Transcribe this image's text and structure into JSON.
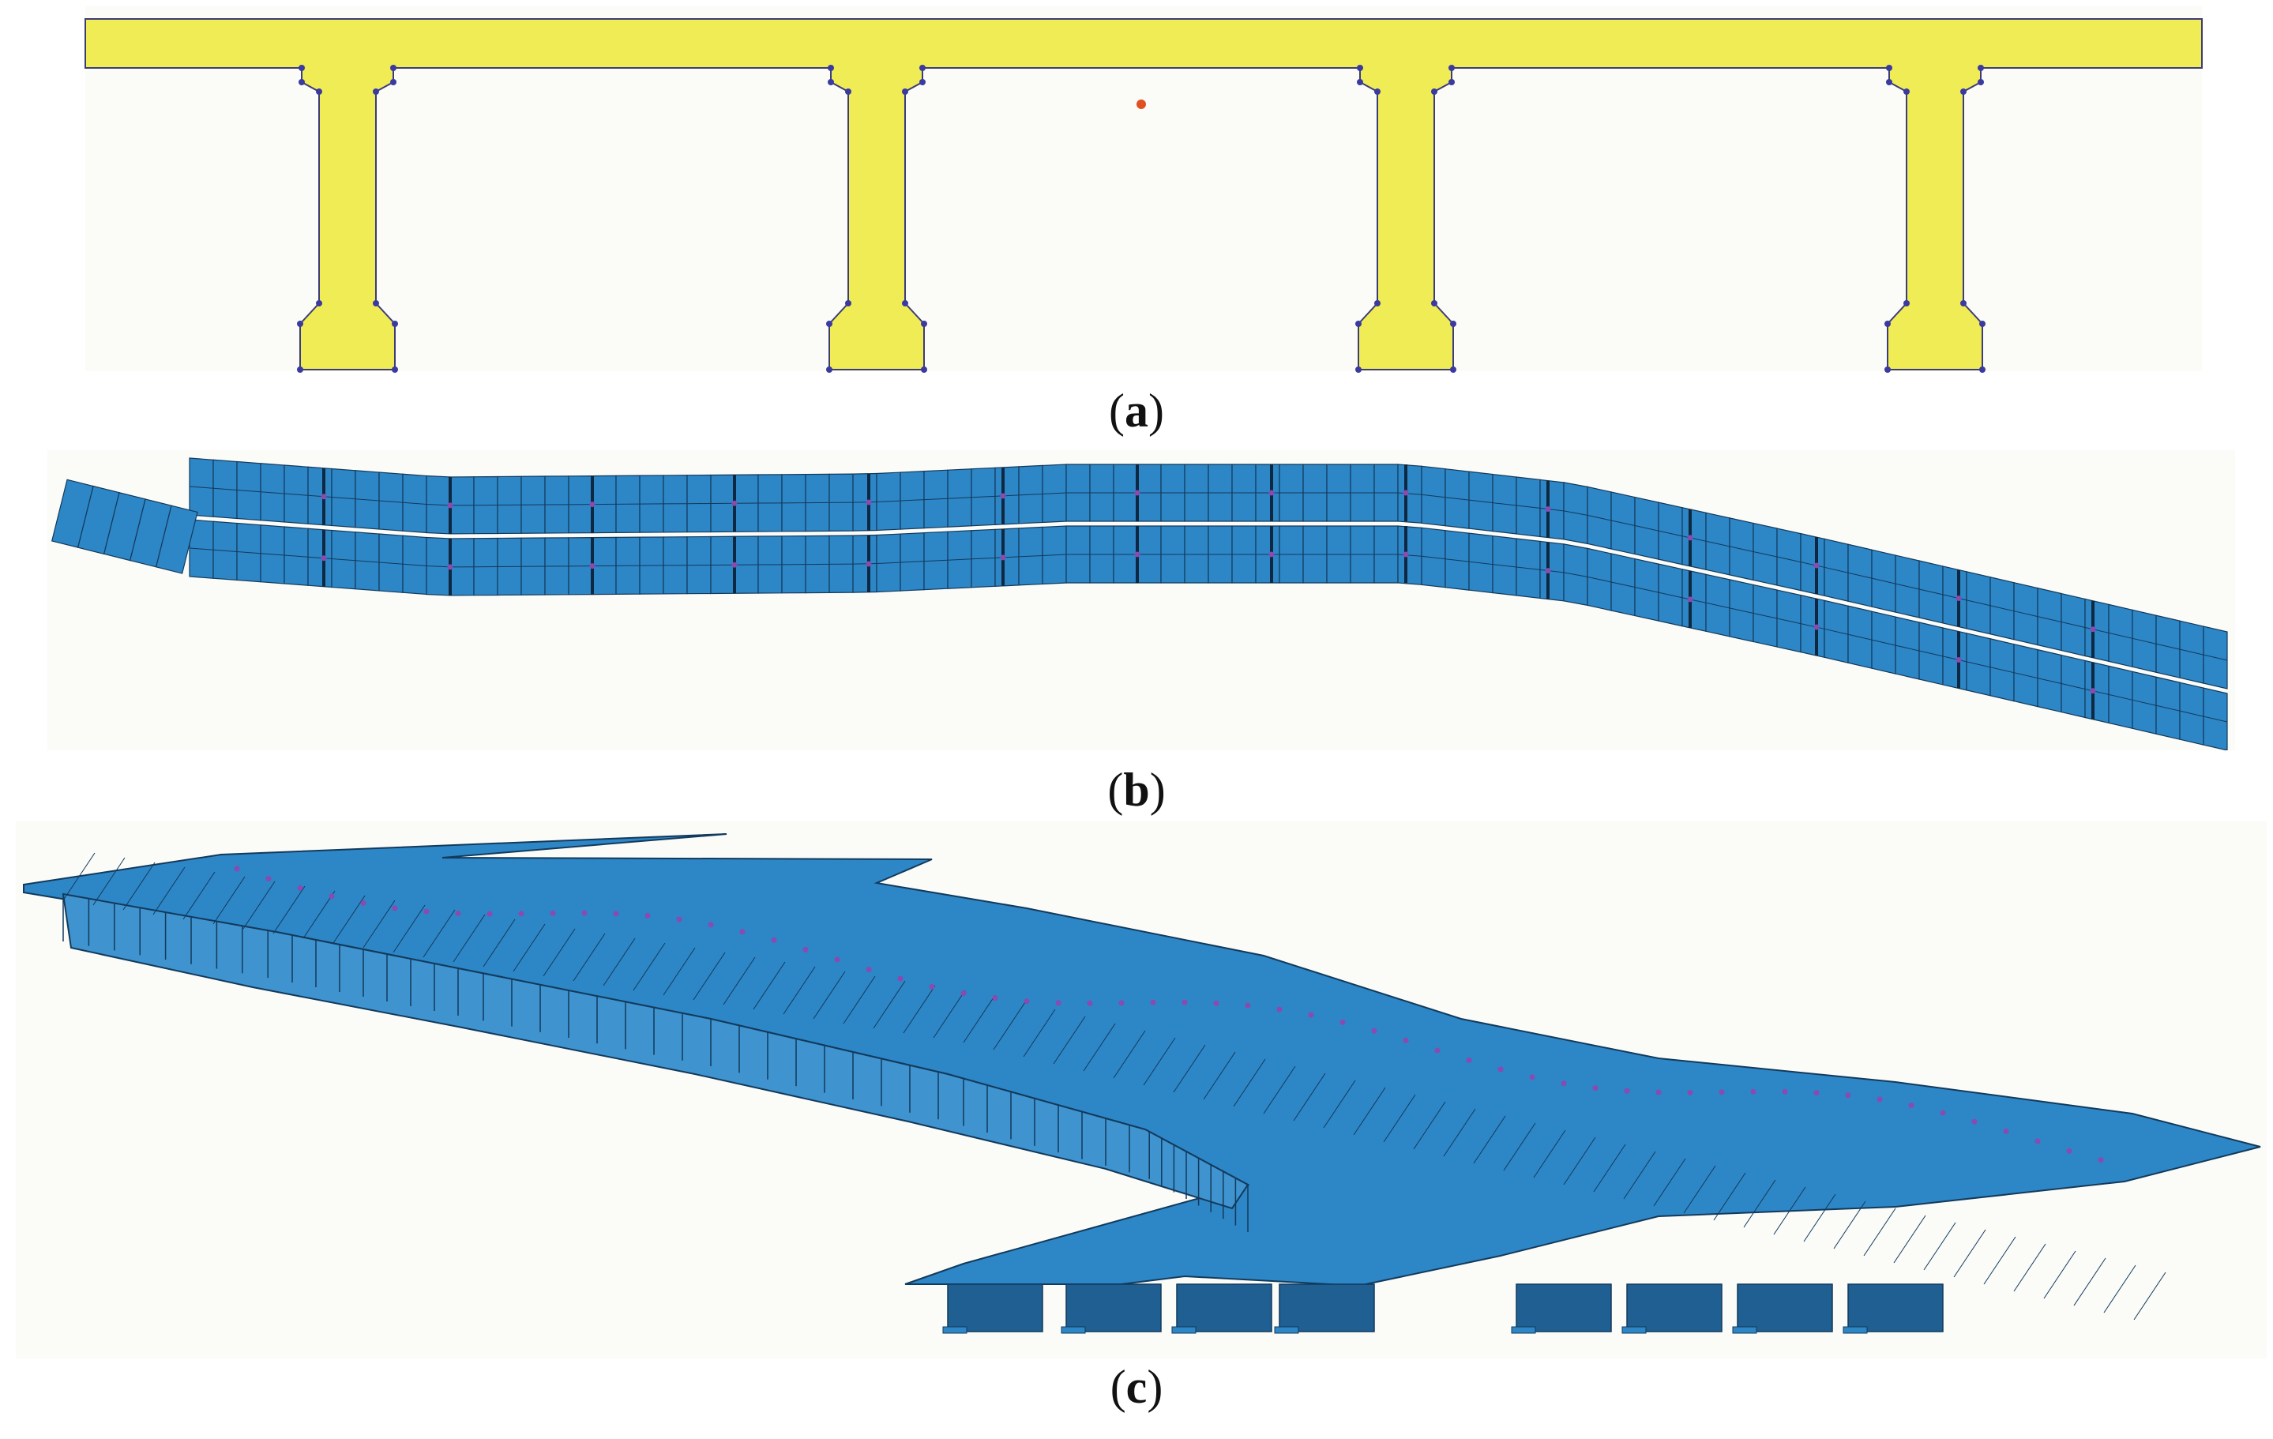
{
  "panels": [
    {
      "id": "a",
      "open": "(",
      "label": "a",
      "close": ")"
    },
    {
      "id": "b",
      "open": "(",
      "label": "b",
      "close": ")"
    },
    {
      "id": "c",
      "open": "(",
      "label": "c",
      "close": ")"
    }
  ],
  "colors": {
    "section_fill": "#f0ec55",
    "section_edge": "#3c3c78",
    "node": "#3a3aa0",
    "marker": "#e05020",
    "mesh_fill": "#2d86c6",
    "mesh_dark": "#1f5f92",
    "mesh_line": "#123a5c",
    "background_panel": "#fbfbf8",
    "tendon_dots": "#8a4ab0"
  }
}
